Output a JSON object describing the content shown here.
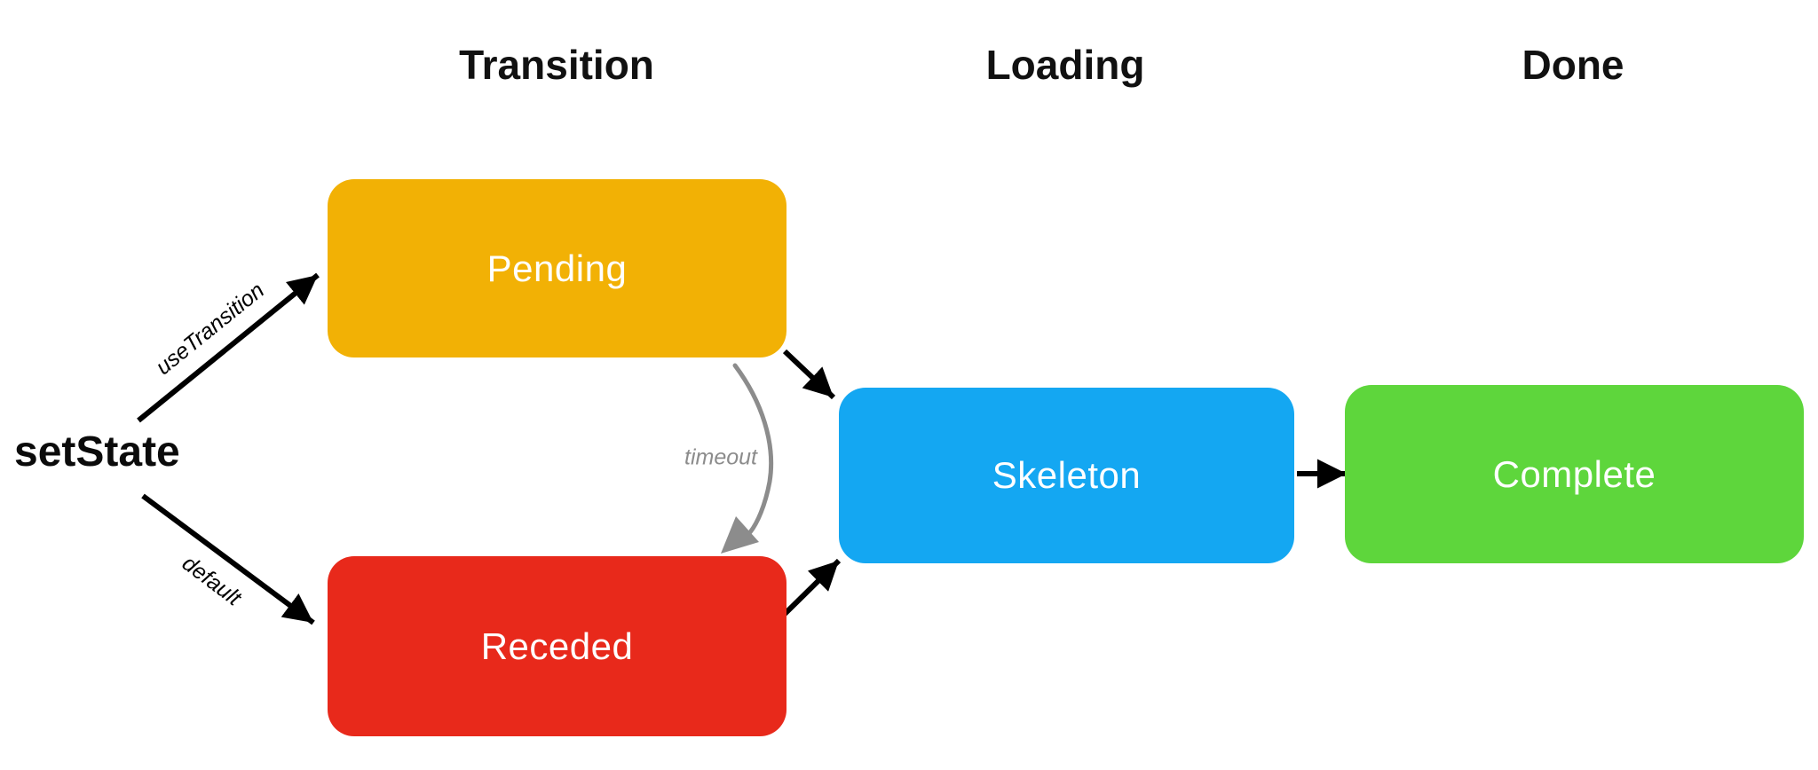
{
  "diagram": {
    "background": "#ffffff",
    "columns": [
      {
        "label": "Transition"
      },
      {
        "label": "Loading"
      },
      {
        "label": "Done"
      }
    ],
    "source": {
      "label": "setState",
      "color": "#0b0b0b"
    },
    "nodes": {
      "pending": {
        "label": "Pending",
        "color": "#F2B105",
        "text_color": "#ffffff"
      },
      "receded": {
        "label": "Receded",
        "color": "#E8291B",
        "text_color": "#ffffff"
      },
      "skeleton": {
        "label": "Skeleton",
        "color": "#14A7F2",
        "text_color": "#ffffff"
      },
      "complete": {
        "label": "Complete",
        "color": "#5ED63C",
        "text_color": "#ffffff"
      }
    },
    "edges": {
      "use_transition": {
        "label": "useTransition",
        "color": "#000000"
      },
      "default": {
        "label": "default",
        "color": "#000000"
      },
      "timeout": {
        "label": "timeout",
        "color": "#8C8C8C"
      },
      "pending_to_skeleton": {
        "label": ""
      },
      "receded_to_skeleton": {
        "label": ""
      },
      "skeleton_to_complete": {
        "label": ""
      }
    }
  }
}
